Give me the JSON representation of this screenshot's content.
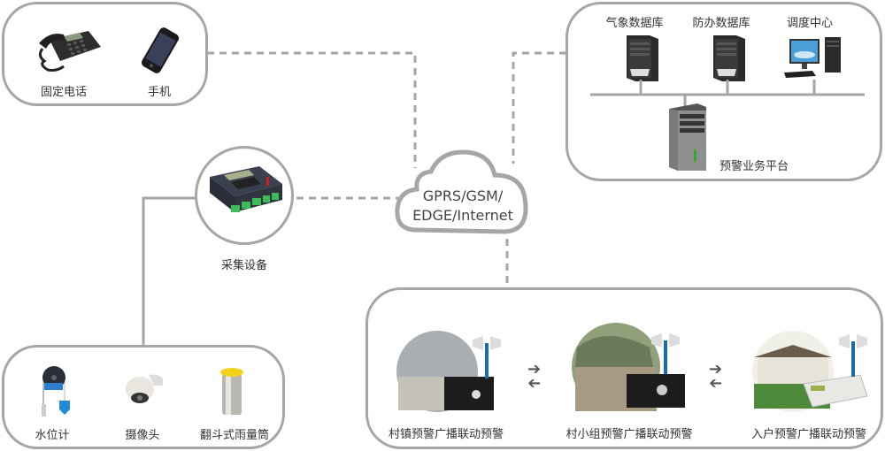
{
  "terminals": {
    "items": [
      {
        "label": "固定电话",
        "icon": "desk-phone-icon"
      },
      {
        "label": "手机",
        "icon": "mobile-phone-icon"
      }
    ]
  },
  "platform": {
    "servers": [
      {
        "label": "气象数据库",
        "icon": "server-tower-icon"
      },
      {
        "label": "防办数据库",
        "icon": "server-tower-icon"
      },
      {
        "label": "调度中心",
        "icon": "desktop-computer-icon"
      }
    ],
    "main": {
      "label": "预警业务平台",
      "icon": "platform-server-icon"
    }
  },
  "network": {
    "line1": "GPRS/GSM/",
    "line2": "EDGE/Internet"
  },
  "collector": {
    "label": "采集设备",
    "icon": "data-logger-icon"
  },
  "sensors": {
    "items": [
      {
        "label": "水位计",
        "icon": "water-level-gauge-icon"
      },
      {
        "label": "摄像头",
        "icon": "dome-camera-icon"
      },
      {
        "label": "翻斗式雨量筒",
        "icon": "rain-gauge-icon"
      }
    ]
  },
  "broadcast": {
    "items": [
      {
        "label": "村镇预警广播联动预警",
        "icon": "town-broadcast-icon"
      },
      {
        "label": "村小组预警广播联动预警",
        "icon": "village-broadcast-icon"
      },
      {
        "label": "入户预警广播联动预警",
        "icon": "home-broadcast-icon"
      }
    ]
  },
  "colors": {
    "line": "#a6a6a6",
    "text": "#333333"
  }
}
